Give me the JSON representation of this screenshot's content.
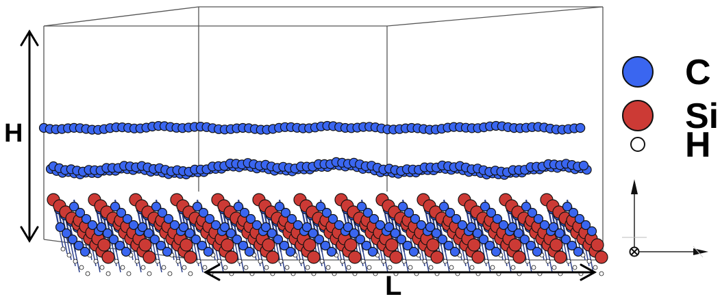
{
  "dimensions": {
    "height_label": "H",
    "length_label": "L"
  },
  "legend": [
    {
      "label": "C",
      "color": "#3a66f0"
    },
    {
      "label": "Si",
      "color": "#cc3a35"
    },
    {
      "label": "H",
      "color": "#ffffff"
    }
  ],
  "colors": {
    "carbon": "#3a66f0",
    "silicon": "#cc3a35",
    "hydrogen": "#ffffff",
    "outline": "#111111"
  },
  "axes_indicator": {
    "icons": [
      "arrow-up-icon",
      "arrow-right-icon",
      "into-page-icon"
    ]
  }
}
